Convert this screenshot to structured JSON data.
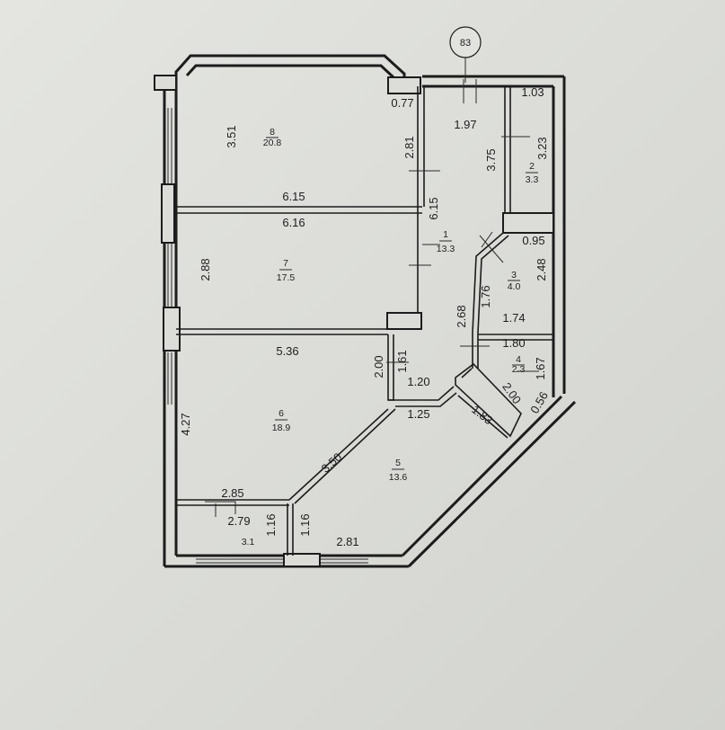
{
  "axis_marker": "83",
  "rooms": [
    {
      "no": "8",
      "area": "20.8"
    },
    {
      "no": "7",
      "area": "17.5"
    },
    {
      "no": "6",
      "area": "18.9"
    },
    {
      "no": "5",
      "area": "13.6"
    },
    {
      "no": "1",
      "area": "13.3"
    },
    {
      "no": "2",
      "area": "3.3"
    },
    {
      "no": "3",
      "area": "4.0"
    },
    {
      "no": "4",
      "area": "2.3"
    },
    {
      "no": "",
      "area": "3.1"
    }
  ],
  "dimensions": [
    "3.51",
    "6.15",
    "6.16",
    "2.88",
    "5.36",
    "4.27",
    "2.85",
    "2.79",
    "1.16",
    "1.16",
    "2.81",
    "3.50",
    "1.83",
    "2.00",
    "1.61",
    "1.20",
    "1.25",
    "2.81",
    "6.15",
    "0.77",
    "1.97",
    "3.75",
    "1.03",
    "3.23",
    "0.95",
    "1.76",
    "2.48",
    "1.74",
    "2.68",
    "1.80",
    "1.67",
    "2.00",
    "0.56"
  ],
  "colors": {
    "line": "#1c1c1c",
    "paper": "#dcddd9"
  }
}
